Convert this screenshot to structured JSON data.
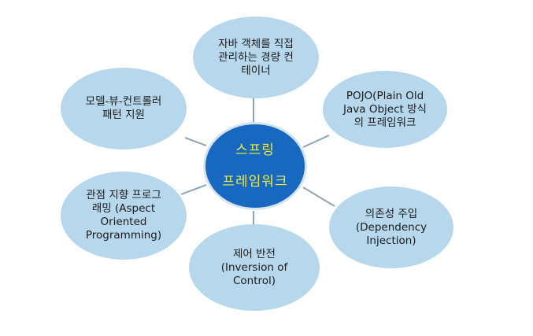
{
  "center": {
    "line1": "스프링",
    "line2": "프레임워크"
  },
  "nodes": {
    "java_container": "자바 객체를 직접\n관리하는 경량 컨\n테이너",
    "pojo": "POJO(Plain Old\nJava Object 방식\n의 프레임워크",
    "di": "의존성 주입\n(Dependency\nInjection)",
    "ioc": "제어 반전\n(Inversion of\nControl)",
    "aop": "관점 지향 프로그\n래밍 (Aspect\nOriented\nProgramming)",
    "mvc": "모델-뷰-컨트롤러\n패턴 지원"
  },
  "colors": {
    "satellite": "#b7d7ec",
    "center": "#1668c1",
    "center_text": "#f2ea3a",
    "connector": "#8fa3b5"
  }
}
